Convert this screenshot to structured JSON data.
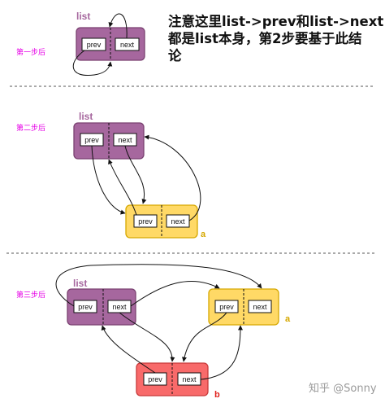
{
  "note": {
    "lines": [
      "注意这里list->prev和list->next",
      "都是list本身，第2步要基于此结",
      "论"
    ]
  },
  "steps": [
    {
      "label": "第一步后",
      "color": "#e600e6"
    },
    {
      "label": "第二步后",
      "color": "#e600e6"
    },
    {
      "label": "第三步后",
      "color": "#e600e6"
    }
  ],
  "nodes": {
    "list": {
      "label": "list",
      "prev": "prev",
      "next": "next",
      "fill": "#a6679e",
      "stroke": "#7a4171",
      "label_color": "#a6679e"
    },
    "a": {
      "label": "a",
      "prev": "prev",
      "next": "next",
      "fill": "#ffd966",
      "stroke": "#d6a800",
      "label_color": "#d6a800"
    },
    "b": {
      "label": "b",
      "prev": "prev",
      "next": "next",
      "fill": "#f86a6a",
      "stroke": "#c83a3a",
      "label_color": "#e0201b"
    }
  },
  "watermark": "知乎 @Sonny",
  "colors": {
    "divider": "#777777",
    "arrow": "#111111",
    "step_bg": "#ffffff"
  }
}
